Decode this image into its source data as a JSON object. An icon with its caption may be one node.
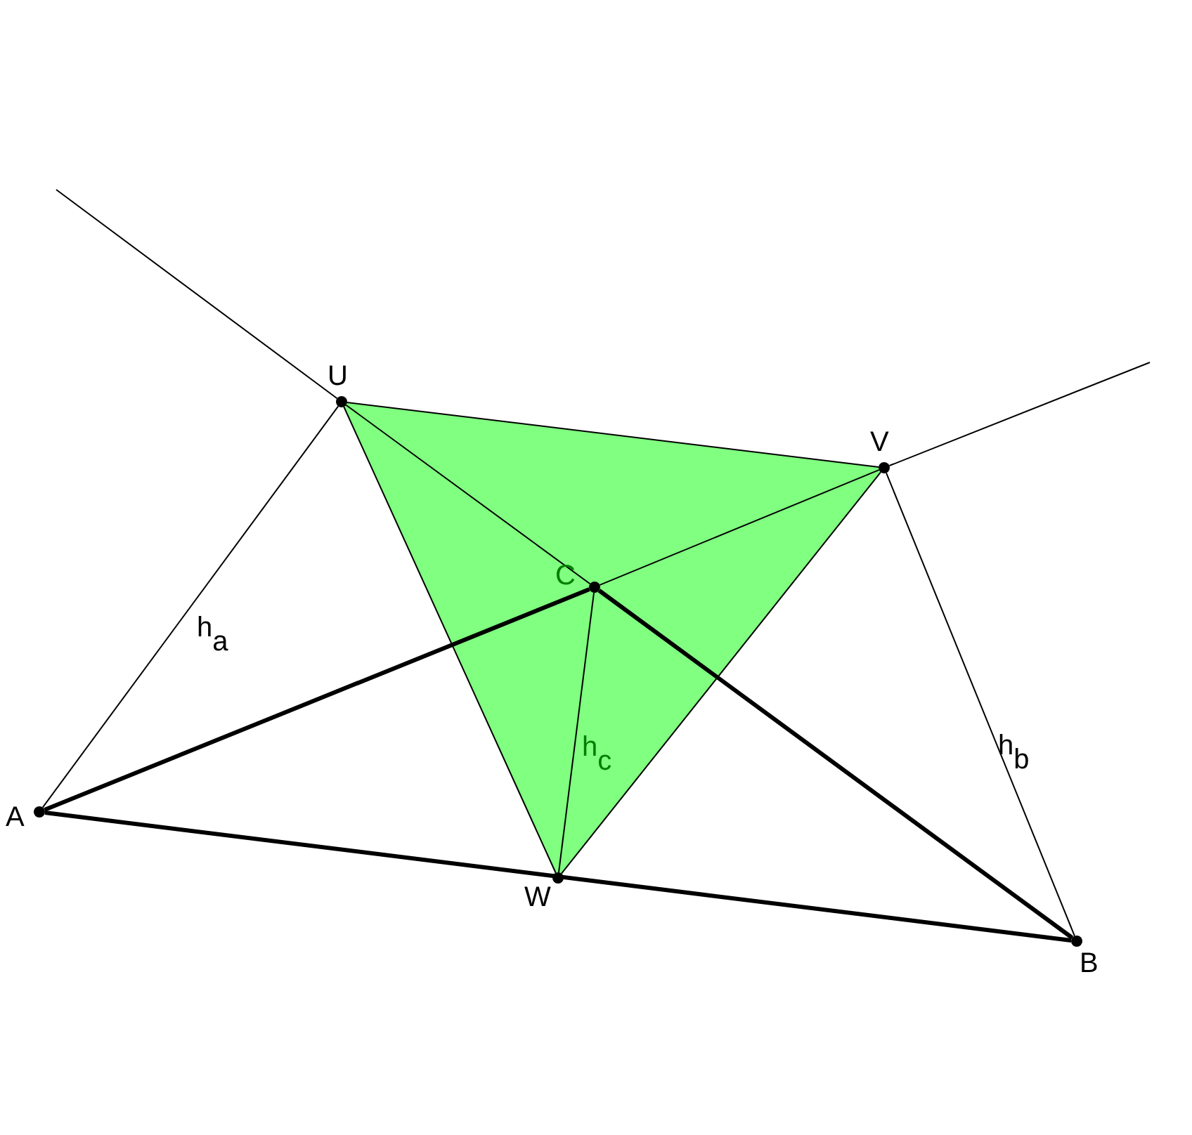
{
  "diagram": {
    "nodes": [
      {
        "text": [
          "A"
        ]
      },
      {
        "text": [
          "B"
        ]
      },
      {
        "text": [
          "C"
        ]
      },
      {
        "text": [
          "U"
        ]
      },
      {
        "text": [
          "V"
        ]
      },
      {
        "text": [
          "W"
        ]
      }
    ],
    "edges": [
      {
        "from": 0,
        "to": 1,
        "arrow": "none",
        "style": "thick"
      },
      {
        "from": 0,
        "to": 2,
        "arrow": "none",
        "style": "thick"
      },
      {
        "from": 2,
        "to": 1,
        "arrow": "none",
        "style": "thick"
      },
      {
        "from": 0,
        "to": 3,
        "arrow": "none",
        "label": "h$_{a}$"
      },
      {
        "from": 1,
        "to": 4,
        "arrow": "none",
        "label": "h$_{b}$"
      },
      {
        "from": 2,
        "to": 5,
        "arrow": "none",
        "label": "h$_{c}$"
      },
      {
        "from": 3,
        "to": 4,
        "arrow": "none"
      },
      {
        "from": 4,
        "to": 5,
        "arrow": "none"
      },
      {
        "from": 5,
        "to": 3,
        "arrow": "none"
      },
      {
        "from": 2,
        "to": 3,
        "arrow": "none"
      },
      {
        "from": 2,
        "to": 4,
        "arrow": "none"
      },
      {
        "from": 3,
        "to": null,
        "arrow": "none"
      },
      {
        "from": 4,
        "to": null,
        "arrow": "none"
      }
    ]
  }
}
